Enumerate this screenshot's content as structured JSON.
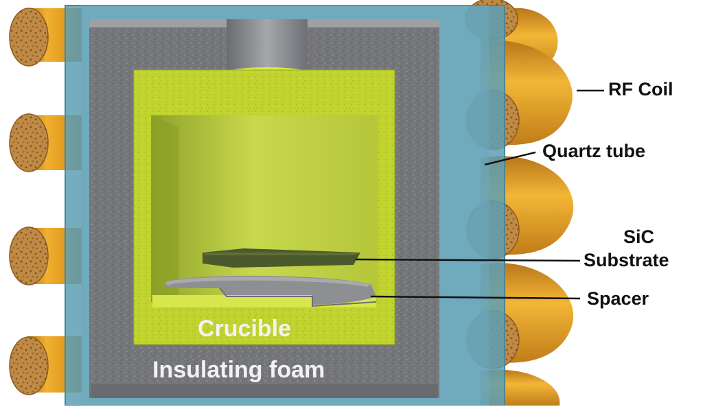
{
  "labels": {
    "rf_coil": "RF Coil",
    "quartz_tube": "Quartz tube",
    "sic": "SiC",
    "substrate": "Substrate",
    "spacer": "Spacer",
    "crucible": "Crucible",
    "insulating_foam": "Insulating foam"
  },
  "colors": {
    "coil_orange": "#e8a020",
    "coil_speckle": "#a9712e",
    "quartz_blue": "#5d9fb4",
    "foam_grey": "#77787c",
    "crucible_green": "#c4d630",
    "cavity_green": "#c7d84a",
    "substrate_dark": "#4b5a2c",
    "spacer_grey": "#8e8f93"
  }
}
